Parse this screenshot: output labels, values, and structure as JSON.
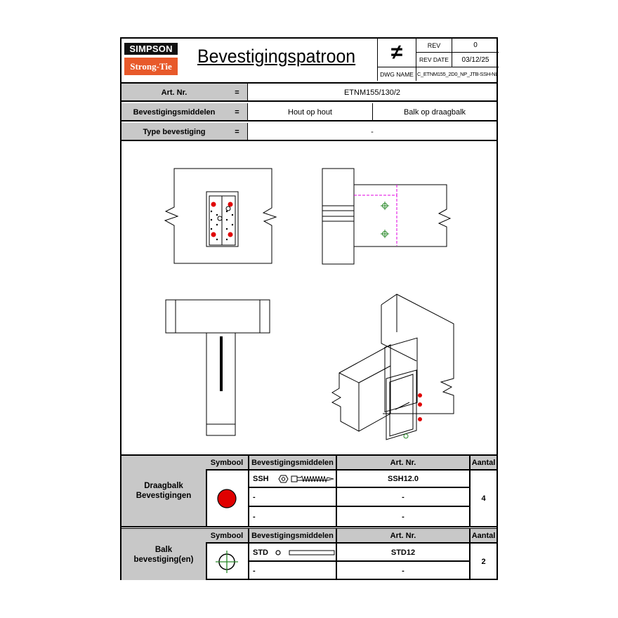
{
  "header": {
    "logo_top": "SIMPSON",
    "logo_bottom": "Strong-Tie",
    "title": "Bevestigingspatroon",
    "rev_label": "REV",
    "rev_value": "0",
    "rev_date_label": "REV DATE",
    "rev_date_value": "03/12/25",
    "dwg_name_label": "DWG NAME",
    "dwg_name_value": "C_ETNM155_2D0_NP_JTB-SSH-NL"
  },
  "info": {
    "art_nr_label": "Art. Nr.",
    "art_nr_value": "ETNM155/130/2",
    "bevestigingsmiddelen_label": "Bevestigingsmiddelen",
    "bevestigingsmiddelen_value_1": "Hout op hout",
    "bevestigingsmiddelen_value_2": "Balk op draagbalk",
    "type_label": "Type bevestiging",
    "type_value": "-",
    "equals": "="
  },
  "table_headers": {
    "symbool": "Symbool",
    "bevestigingsmiddelen": "Bevestigingsmiddelen",
    "art_nr": "Art. Nr.",
    "aantal": "Aantal"
  },
  "draagbalk": {
    "label_line1": "Draagbalk",
    "label_line2": "Bevestigingen",
    "rows": [
      {
        "fastener": "SSH",
        "art_nr": "SSH12.0"
      },
      {
        "fastener": "-",
        "art_nr": "-"
      },
      {
        "fastener": "-",
        "art_nr": "-"
      }
    ],
    "aantal": "4",
    "symbol_color": "#e00000"
  },
  "balk": {
    "label_line1": "Balk",
    "label_line2": "bevestiging(en)",
    "rows": [
      {
        "fastener": "STD",
        "art_nr": "STD12"
      },
      {
        "fastener": "-",
        "art_nr": "-"
      }
    ],
    "aantal": "2",
    "symbol_color": "#2a8a2a"
  },
  "colors": {
    "header_gray": "#c8c8c8",
    "logo_orange": "#e8592a",
    "red_fastener": "#e00000",
    "green_fastener": "#2a8a2a",
    "magenta_line": "#e000e0"
  }
}
